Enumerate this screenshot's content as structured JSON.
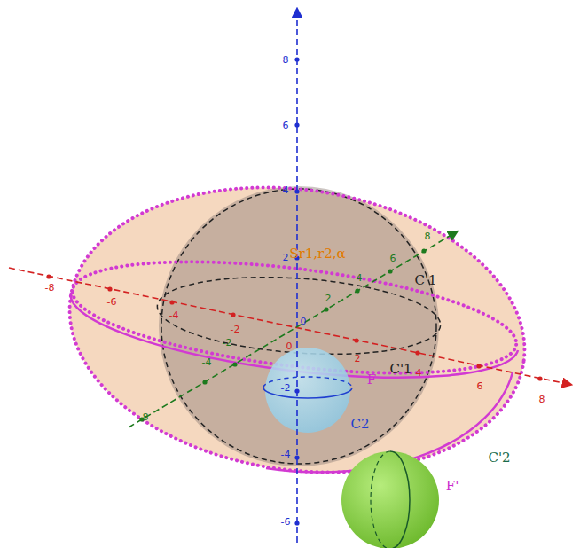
{
  "diagram": {
    "labels": [
      "8",
      "6",
      "4",
      "2",
      "0",
      "-2",
      "-4",
      "-6",
      "-8",
      "-6",
      "-4",
      "-2",
      "0",
      "2",
      "4",
      "6",
      "8",
      "8",
      "6",
      "4",
      "2",
      "-2",
      "-4",
      "-8",
      "Sr1,r2,α",
      "C'1",
      "C'1",
      "F",
      "C2",
      "F'",
      "C'2"
    ]
  }
}
